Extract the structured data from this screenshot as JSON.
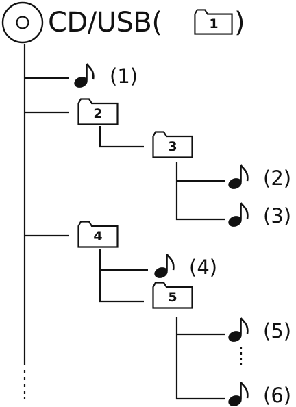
{
  "title": {
    "prefix": "CD/USB(",
    "root_folder": "1",
    "suffix": ")"
  },
  "tree": {
    "root": {
      "icon": "disc-icon",
      "folder_icon": "folder-icon"
    },
    "items": [
      {
        "kind": "track",
        "label": "(1)",
        "icon": "music-note-icon"
      },
      {
        "kind": "folder",
        "label": "2",
        "icon": "folder-icon"
      },
      {
        "kind": "folder",
        "label": "3",
        "icon": "folder-icon"
      },
      {
        "kind": "track",
        "label": "(2)",
        "icon": "music-note-icon"
      },
      {
        "kind": "track",
        "label": "(3)",
        "icon": "music-note-icon"
      },
      {
        "kind": "folder",
        "label": "4",
        "icon": "folder-icon"
      },
      {
        "kind": "track",
        "label": "(4)",
        "icon": "music-note-icon"
      },
      {
        "kind": "folder",
        "label": "5",
        "icon": "folder-icon"
      },
      {
        "kind": "track",
        "label": "(5)",
        "icon": "music-note-icon"
      },
      {
        "kind": "track",
        "label": "(6)",
        "icon": "music-note-icon"
      }
    ],
    "line_color": "#111111"
  }
}
